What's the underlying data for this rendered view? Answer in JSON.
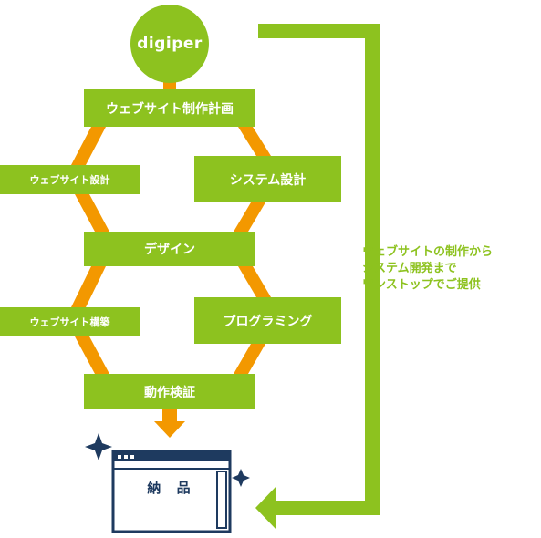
{
  "logo": {
    "text": "digiper"
  },
  "steps": {
    "plan": "ウェブサイト制作計画",
    "web_design": "ウェブサイト設計",
    "system_design": "システム設計",
    "design": "デザイン",
    "web_build": "ウェブサイト構築",
    "programming": "プログラミング",
    "verify": "動作検証",
    "delivery": "納 品"
  },
  "side_note": {
    "lines": [
      "ウェブサイトの制作から",
      "システム開発まで",
      "ワンストップでご提供"
    ]
  },
  "colors": {
    "green": "#8dc21f",
    "orange": "#f39800",
    "navy": "#1e3a5f"
  }
}
